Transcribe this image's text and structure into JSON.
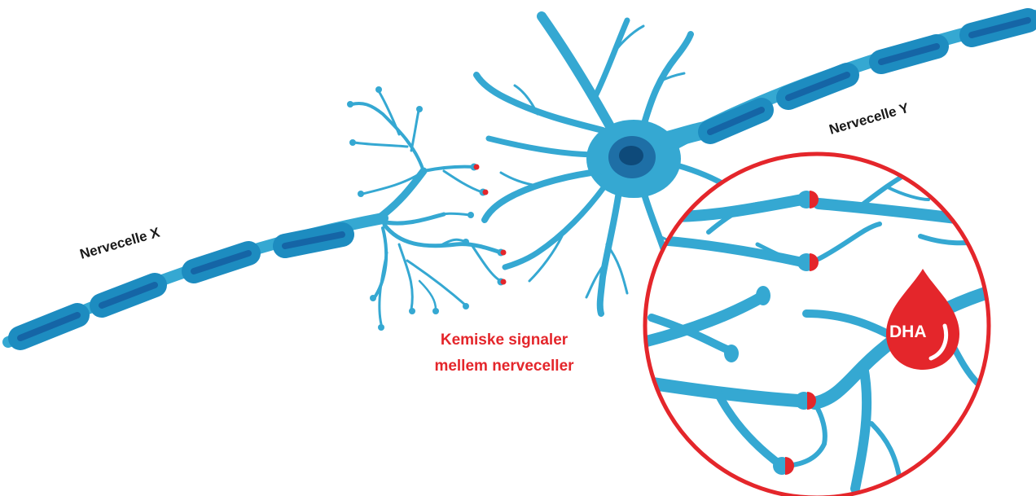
{
  "labels": {
    "nerve_cell_x": "Nervecelle X",
    "nerve_cell_y": "Nervecelle Y",
    "chemical_signals_line1": "Kemiske signaler",
    "chemical_signals_line2": "mellem nerveceller",
    "dha": "DHA"
  },
  "colors": {
    "neuron_blue": "#35A8D2",
    "myelin_blue": "#1D8CC0",
    "axon_core": "#1565A6",
    "nucleus_outer": "#1E6FA6",
    "nucleus_inner": "#0E4A7A",
    "synapse_red": "#E4262B",
    "text_dark": "#1A1A1A",
    "text_red": "#E4262B",
    "white": "#FFFFFF"
  },
  "icons": [
    "dha-droplet-icon",
    "magnifier-circle-icon",
    "synapse-icon"
  ]
}
